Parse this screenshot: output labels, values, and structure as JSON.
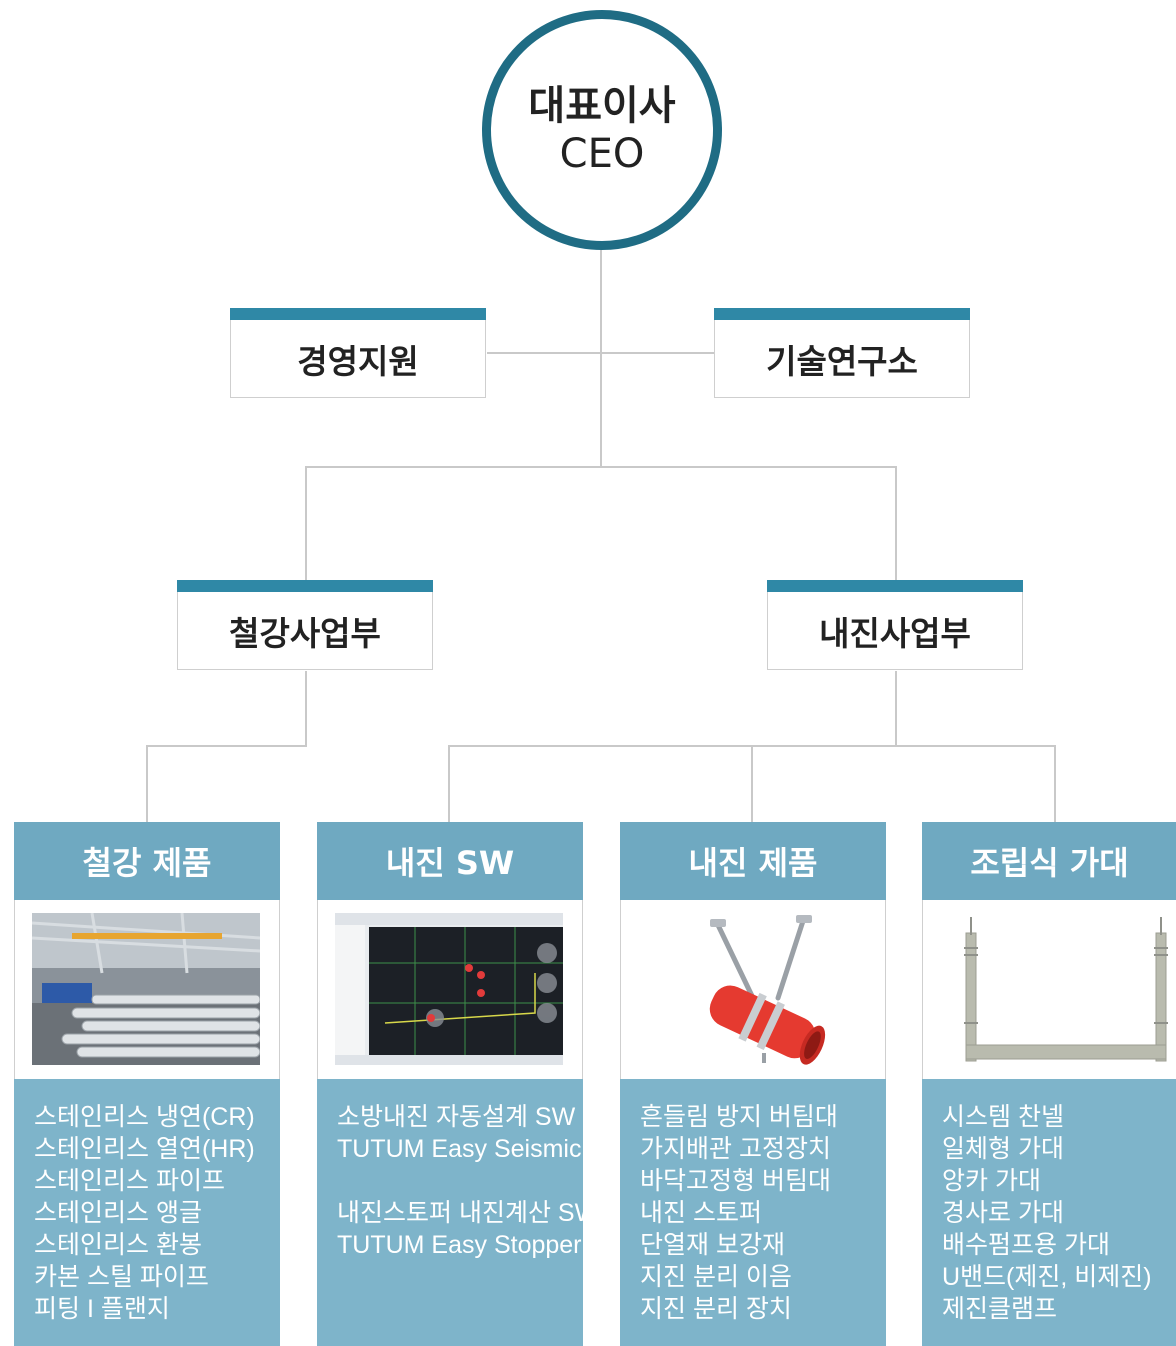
{
  "ceo": {
    "title_ko": "대표이사",
    "title_en": "CEO"
  },
  "staff": [
    {
      "label": "경영지원"
    },
    {
      "label": "기술연구소"
    }
  ],
  "divisions": [
    {
      "label": "철강사업부"
    },
    {
      "label": "내진사업부"
    }
  ],
  "product_groups": [
    {
      "title": "철강 제품",
      "image_icon": "steel-factory-photo",
      "items": [
        "스테인리스 냉연(CR)",
        "스테인리스 열연(HR)",
        "스테인리스 파이프",
        "스테인리스 앵글",
        "스테인리스 환봉",
        "카본 스틸 파이프",
        "피팅 I 플랜지"
      ]
    },
    {
      "title": "내진 SW",
      "image_icon": "software-screenshot",
      "items": [
        "소방내진 자동설계 SW",
        "TUTUM Easy Seismic",
        "",
        "내진스토퍼 내진계산 SW",
        "TUTUM Easy Stopper"
      ]
    },
    {
      "title": "내진 제품",
      "image_icon": "sway-brace-product-photo",
      "items": [
        "흔들림 방지 버팀대",
        "가지배관 고정장치",
        "바닥고정형 버팀대",
        "내진 스토퍼",
        "단열재 보강재",
        "지진 분리 이음",
        "지진 분리 장치"
      ]
    },
    {
      "title": "조립식 가대",
      "image_icon": "prefab-frame-photo",
      "items": [
        "시스템 찬넬",
        "일체형 가대",
        "앙카 가대",
        "경사로 가대",
        "배수펌프용 가대",
        "U밴드(제진, 비제진)",
        "제진클램프"
      ]
    }
  ],
  "colors": {
    "ceo_ring": "#1f6c84",
    "box_bar": "#2f88a6",
    "card_head": "#6fa9c1",
    "card_list": "#7eb4ca",
    "connector": "#c9c9c9"
  }
}
